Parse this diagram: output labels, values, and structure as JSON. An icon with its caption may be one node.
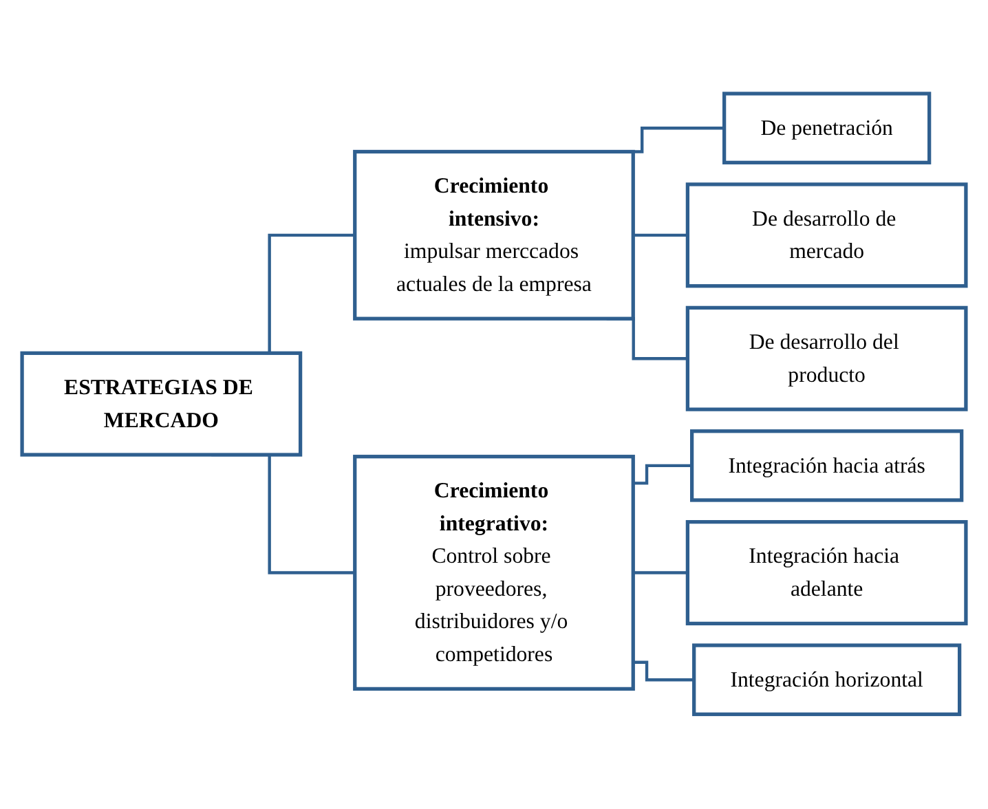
{
  "diagram": {
    "nodes": [
      {
        "text": [
          "ESTRATEGIAS DE MERCADO"
        ]
      },
      {
        "text": [
          "Crecimiento intensivo:",
          "impulsar merccados actuales de la empresa"
        ]
      },
      {
        "text": [
          "De penetración"
        ]
      },
      {
        "text": [
          "De desarrollo de mercado"
        ]
      },
      {
        "text": [
          "De desarrollo del producto"
        ]
      },
      {
        "text": [
          "Crecimiento integrativo:",
          "Control sobre proveedores, distribuidores y/o competidores"
        ]
      },
      {
        "text": [
          "Integración hacia atrás"
        ]
      },
      {
        "text": [
          "Integración hacia adelante"
        ]
      },
      {
        "text": [
          "Integración horizontal"
        ]
      }
    ],
    "edges": [
      {
        "from": 0,
        "to": 1,
        "arrow": "none"
      },
      {
        "from": 0,
        "to": 5,
        "arrow": "none"
      },
      {
        "from": 1,
        "to": 2,
        "arrow": "none"
      },
      {
        "from": 1,
        "to": 3,
        "arrow": "none"
      },
      {
        "from": 1,
        "to": 4,
        "arrow": "none"
      },
      {
        "from": 5,
        "to": 6,
        "arrow": "none"
      },
      {
        "from": 5,
        "to": 7,
        "arrow": "none"
      },
      {
        "from": 5,
        "to": 8,
        "arrow": "none"
      }
    ]
  }
}
